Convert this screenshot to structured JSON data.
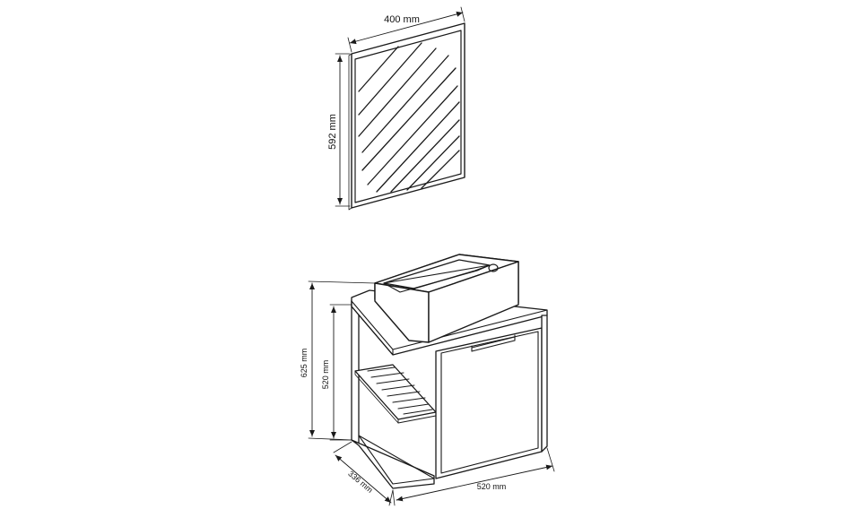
{
  "dimensions": {
    "mirror_width": "400 mm",
    "mirror_height": "592 mm",
    "cabinet_total_height": "625 mm",
    "cabinet_body_height": "520 mm",
    "cabinet_depth": "336 mm",
    "cabinet_width": "520 mm"
  },
  "colors": {
    "line": "#1a1a1a",
    "background": "#ffffff"
  }
}
